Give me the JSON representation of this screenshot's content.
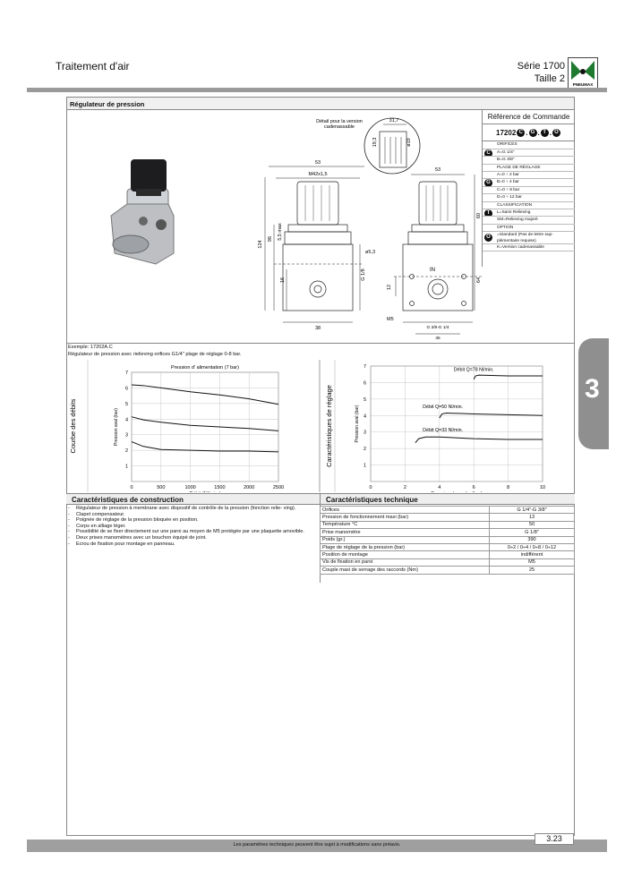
{
  "header": {
    "section": "Traitement d'air",
    "series": "Série 1700",
    "size": "Taille 2",
    "logo_text": "PNEUMAX"
  },
  "product": {
    "title": "Régulateur de pression"
  },
  "drawing": {
    "detail_label_1": "Détail pour la version",
    "detail_label_2": "cadenassable",
    "dims": [
      "31,7",
      "19,3",
      "ø19",
      "53",
      "M42x1,5",
      "53",
      "60",
      "124",
      "96",
      "5,5 max",
      "ø5,3",
      "16",
      "G 1/8",
      "12",
      "IN",
      "64",
      "38",
      "M5",
      "G 3/8-G 1/4",
      "35"
    ]
  },
  "order_ref": {
    "title": "Référence de Commande",
    "code_prefix": "17202",
    "code_letters": [
      "C",
      "G",
      "T",
      "O"
    ],
    "rows": [
      {
        "badge": "",
        "text": "ORIFICES"
      },
      {
        "badge": "C",
        "text": "A=G 1/4\""
      },
      {
        "badge": "",
        "text": "B=G 3/8\""
      },
      {
        "badge": "",
        "text": "PLAGE DE RÉGLAGE"
      },
      {
        "badge": "",
        "text": "A=0 ÷ 2 bar"
      },
      {
        "badge": "G",
        "text": "B=0 ÷ 4 bar"
      },
      {
        "badge": "",
        "text": "C=0 ÷ 8 bar"
      },
      {
        "badge": "",
        "text": "D=0 ÷ 12 bar"
      },
      {
        "badge": "",
        "text": "CLASSIFICATION"
      },
      {
        "badge": "T",
        "text": "L=Sans Relieving"
      },
      {
        "badge": "",
        "text": "SM=Relieving majoré"
      },
      {
        "badge": "",
        "text": "OPTION"
      },
      {
        "badge": "O",
        "text": "=Standard (Pas de lettre sup-plémentaire requise)",
        "tall": true
      },
      {
        "badge": "",
        "text": "K=Version cadenassable"
      }
    ]
  },
  "example": {
    "line1": "Exemple: 17202A.C",
    "line2": "Régulateur de pression avec rielieving orifices G1/4\" plage de réglage 0-8 bar."
  },
  "chart_data": [
    {
      "type": "line",
      "section_label": "Courbe des débits",
      "title": "Pression d' alimentation (7 bar)",
      "xlabel": "Débit (Nl/min.)",
      "ylabel": "Pression aval (bar)",
      "xlim": [
        0,
        2500
      ],
      "ylim": [
        0,
        7
      ],
      "xticks": [
        0,
        500,
        1000,
        1500,
        2000,
        2500
      ],
      "yticks": [
        1,
        2,
        3,
        4,
        5,
        6,
        7
      ],
      "grid": true,
      "series": [
        {
          "x": [
            0,
            200,
            500,
            1000,
            1500,
            2000,
            2500
          ],
          "values": [
            6.2,
            6.15,
            6.0,
            5.75,
            5.55,
            5.3,
            4.95
          ]
        },
        {
          "x": [
            0,
            200,
            500,
            1000,
            1500,
            2000,
            2500
          ],
          "values": [
            4.15,
            3.95,
            3.8,
            3.6,
            3.5,
            3.4,
            3.25
          ]
        },
        {
          "x": [
            0,
            200,
            500,
            1000,
            1500,
            2000,
            2500
          ],
          "values": [
            2.55,
            2.25,
            2.05,
            2.0,
            1.95,
            1.95,
            1.9
          ]
        }
      ]
    },
    {
      "type": "line",
      "section_label": "Caractéristiques de réglage",
      "xlabel": "Pression de sortie  (bar)",
      "ylabel": "Pression aval  (bar)",
      "xlim": [
        0,
        10
      ],
      "ylim": [
        0,
        7
      ],
      "xticks": [
        0,
        2,
        4,
        6,
        8,
        10
      ],
      "yticks": [
        1,
        2,
        3,
        4,
        5,
        6,
        7
      ],
      "grid": true,
      "annotations": [
        "Débit Q=78 Nl/min.",
        "Débit Q=50 Nl/min.",
        "Débit Q=33 Nl/min."
      ],
      "series": [
        {
          "x": [
            6.0,
            6.1,
            6.3,
            8,
            10
          ],
          "values": [
            6.2,
            6.4,
            6.45,
            6.4,
            6.4
          ]
        },
        {
          "x": [
            4.0,
            4.15,
            4.4,
            6,
            8,
            10
          ],
          "values": [
            3.85,
            4.1,
            4.15,
            4.1,
            4.05,
            4.0
          ]
        },
        {
          "x": [
            2.6,
            2.8,
            3.2,
            4,
            6,
            8,
            10
          ],
          "values": [
            2.35,
            2.6,
            2.7,
            2.7,
            2.6,
            2.55,
            2.55
          ]
        }
      ]
    }
  ],
  "construction": {
    "heading": "Caractéristiques de construction",
    "items": [
      "Régulateur de pression à membrane avec dispositif de contrôle de la pression (fonction relie- ving).",
      "Clapet compensateur.",
      "Poignée de réglage de la pression bloquée en position.",
      "Corps en alliage léger.",
      "Possibilité de se fixer directement sur une paroi au moyen de M5 protégée par une plaquette amovible.",
      "Deux prises manomètres avec un bouchon équipé de joint.",
      "Ecrou de fixation pour montage en panneau."
    ]
  },
  "technical": {
    "heading": "Caractéristiques technique",
    "rows": [
      {
        "label": "Orifices",
        "value": "G 1/4\"-G 3/8\""
      },
      {
        "label": "Pression de fonctionnement maxi (bar)",
        "value": "13"
      },
      {
        "label": "Température °C",
        "value": "50"
      },
      {
        "label": "Prise manomètre",
        "value": "G 1/8\""
      },
      {
        "label": "Poids (gr.)",
        "value": "390"
      },
      {
        "label": "Plage de réglage de la pression (bar)",
        "value": "0÷2 / 0÷4 / 0÷8 / 0÷12"
      },
      {
        "label": "Position de montage",
        "value": "indifférent"
      },
      {
        "label": "Vis de fixation en paroi",
        "value": "M5"
      },
      {
        "label": "Couple maxi de serrage des raccords (Nm)",
        "value": "25"
      }
    ]
  },
  "side_tab": "3",
  "footer": {
    "note": "Les paramètres techniques peuvent être sujet à modifications sans préavis.",
    "page": "3.23"
  }
}
